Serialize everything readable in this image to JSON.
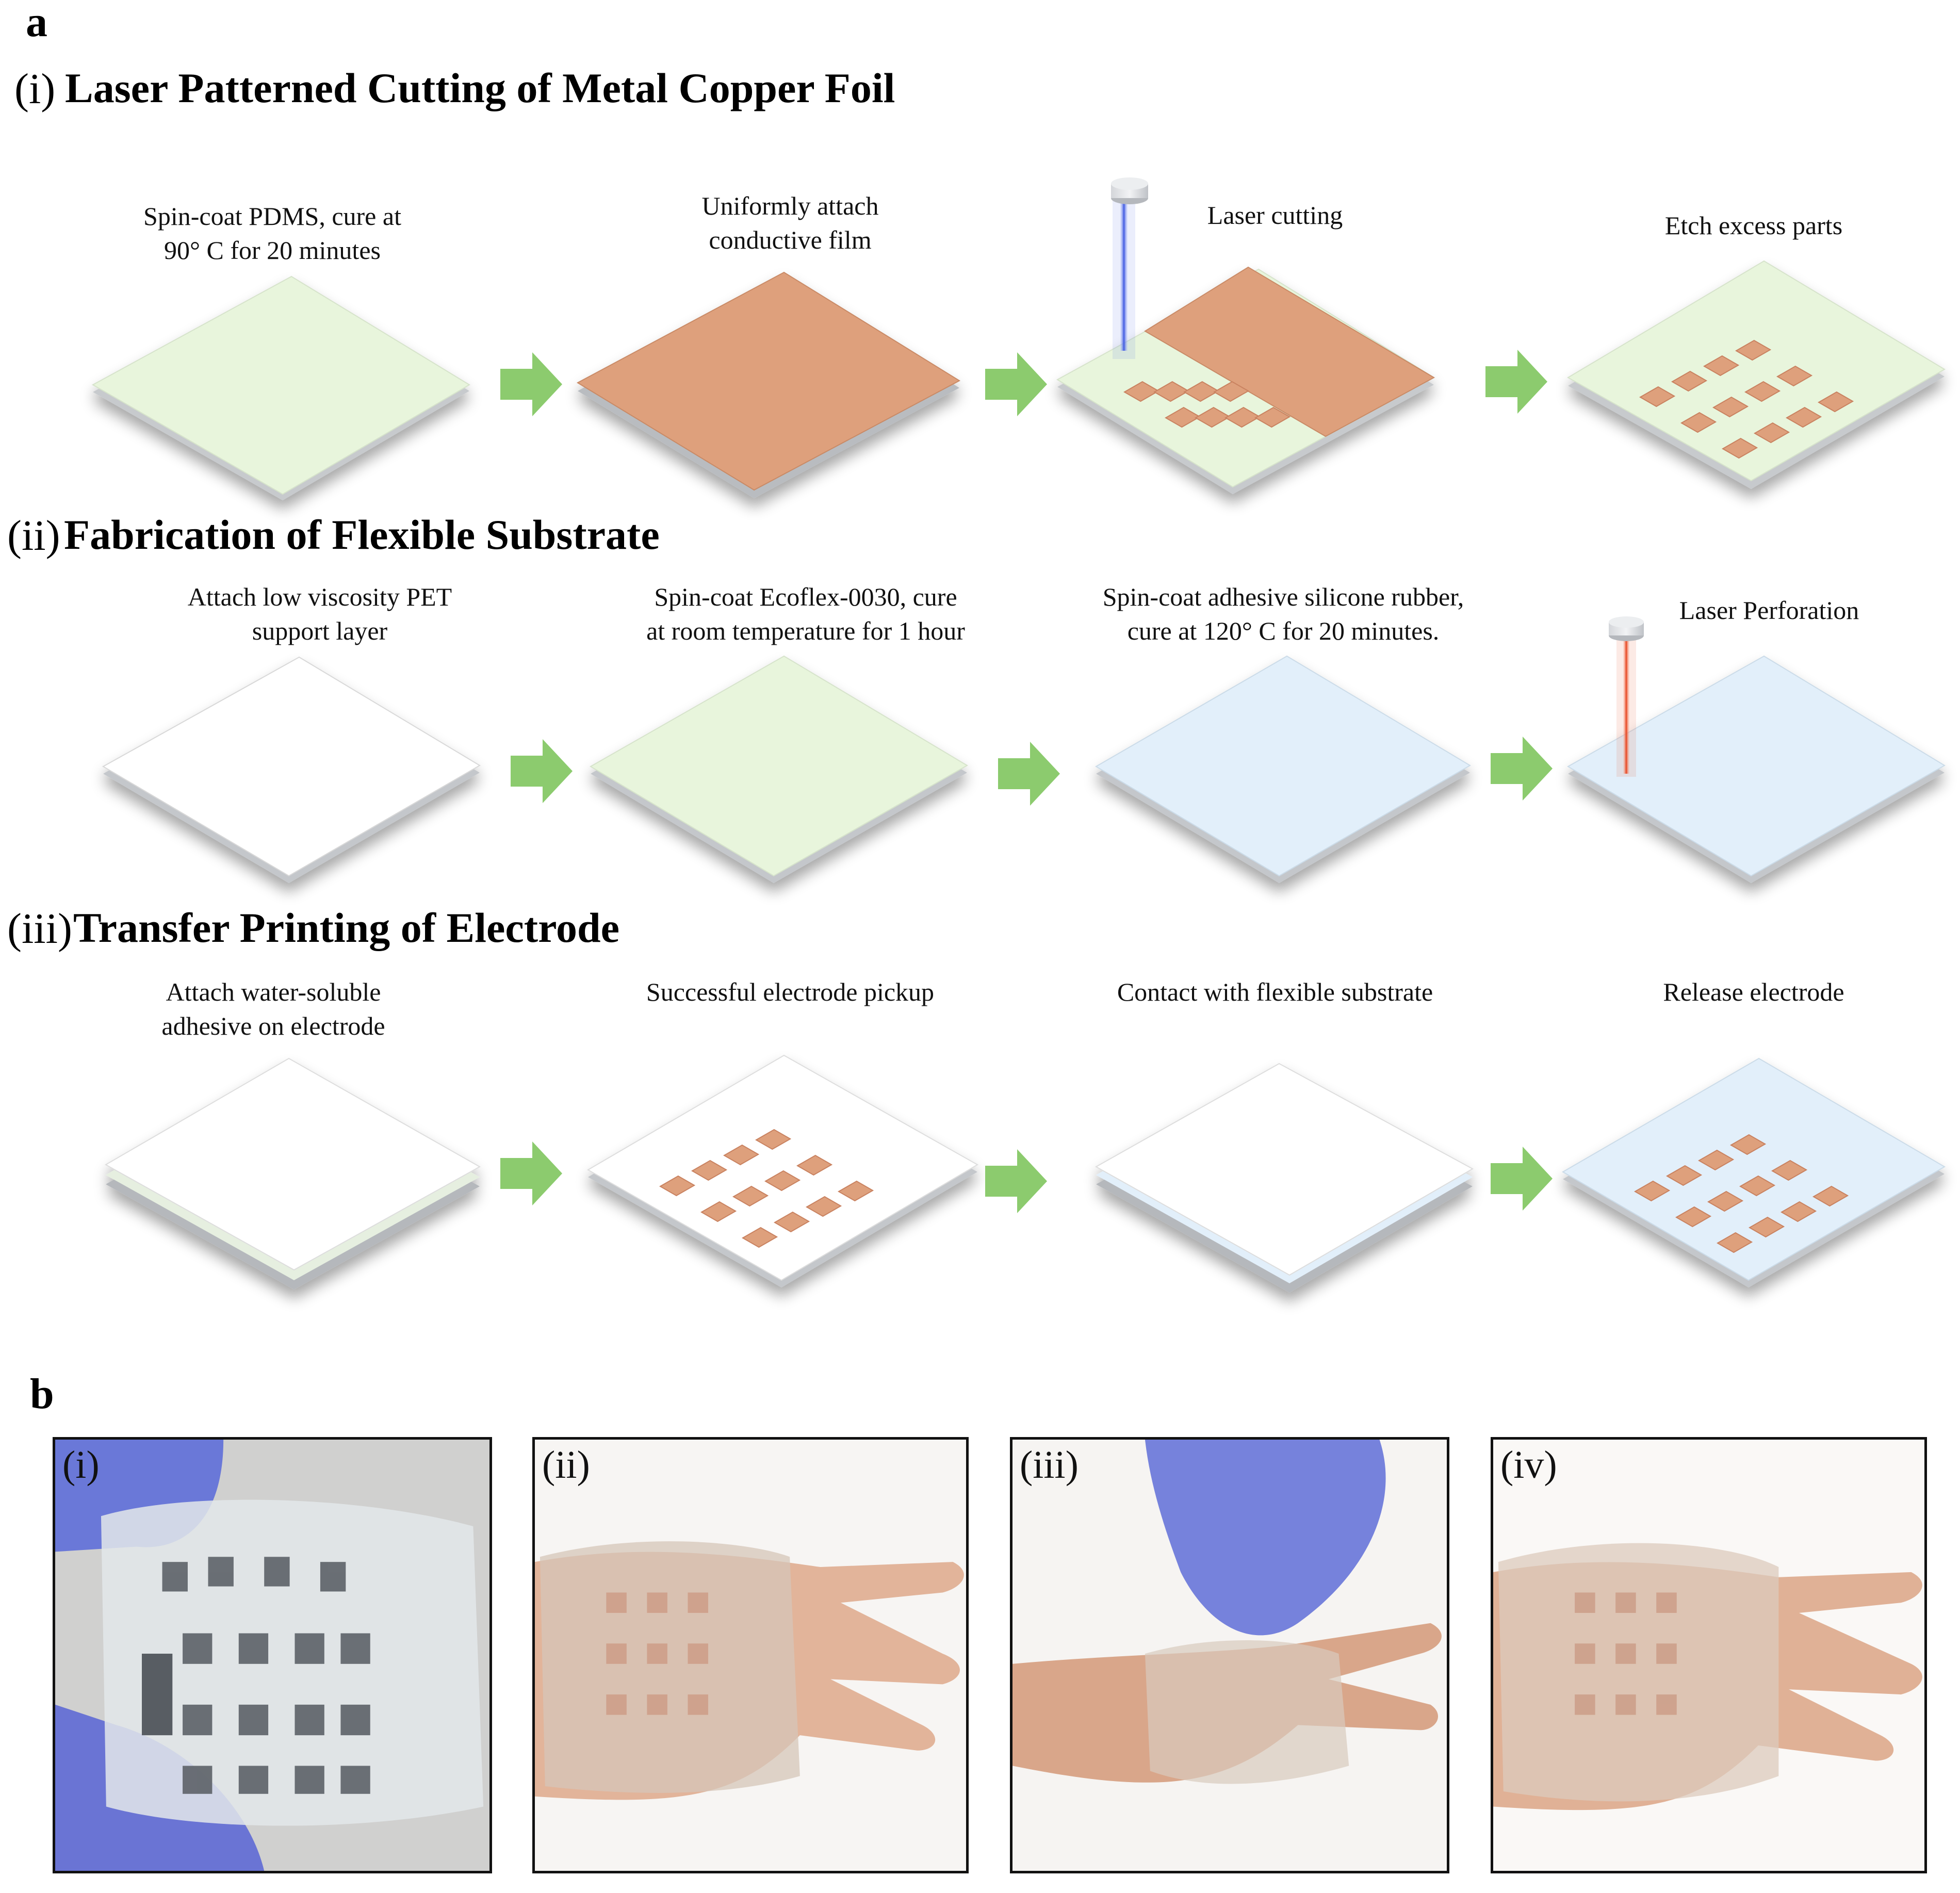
{
  "panel_a": {
    "letter": "a",
    "rows": [
      {
        "num": "(i)",
        "title": "Laser Patterned Cutting of Metal Copper Foil",
        "steps": [
          {
            "caption": "Spin-coat PDMS, cure at\n90° C for 20 minutes"
          },
          {
            "caption": "Uniformly attach\nconductive film"
          },
          {
            "caption": "Laser cutting"
          },
          {
            "caption": "Etch excess parts"
          }
        ]
      },
      {
        "num": "(ii)",
        "title": "Fabrication of Flexible Substrate",
        "steps": [
          {
            "caption": "Attach low viscosity PET\nsupport layer"
          },
          {
            "caption": "Spin-coat Ecoflex-0030, cure\nat room temperature for 1 hour"
          },
          {
            "caption": "Spin-coat adhesive silicone rubber,\ncure at 120° C for 20 minutes."
          },
          {
            "caption": "Laser Perforation"
          }
        ]
      },
      {
        "num": "(iii)",
        "title": "Transfer Printing of Electrode",
        "steps": [
          {
            "caption": "Attach water-soluble\nadhesive on electrode"
          },
          {
            "caption": "Successful electrode pickup"
          },
          {
            "caption": "Contact with flexible substrate"
          },
          {
            "caption": "Release electrode"
          }
        ]
      }
    ],
    "colors": {
      "pdms_green": "#e8f5dc",
      "copper": "#dea07c",
      "silicone_blue": "#e2effa",
      "arrow_green": "#8ccb6e",
      "laser_blue": "#5a74e6",
      "laser_red": "#e8502a"
    }
  },
  "panel_b": {
    "letter": "b",
    "photos": [
      {
        "label": "(i)"
      },
      {
        "label": "(ii)"
      },
      {
        "label": "(iii)"
      },
      {
        "label": "(iv)"
      }
    ]
  }
}
